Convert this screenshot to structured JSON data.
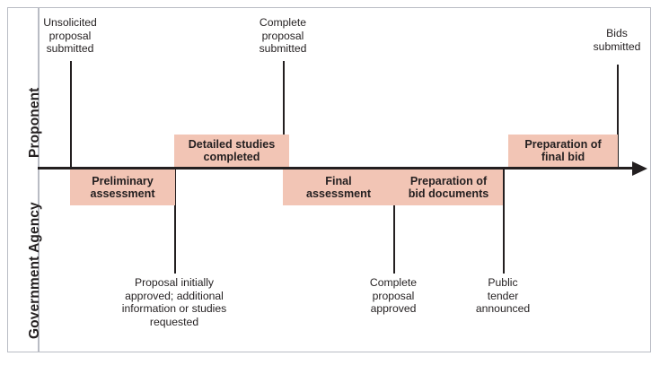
{
  "figure": {
    "type": "swimlane-timeline",
    "background_color": "#ffffff",
    "frame_color": "#b9bcc4",
    "axis_color": "#231f20",
    "box_fill_color": "#f2c5b5",
    "text_color": "#231f20"
  },
  "lanes": [
    {
      "id": "proponent",
      "label": "Proponent"
    },
    {
      "id": "government_agency",
      "label": "Government Agency"
    }
  ],
  "axis": {
    "orientation": "horizontal",
    "direction": "left-to-right",
    "arrowhead": true,
    "label": ""
  },
  "phases": [
    {
      "id": "detailed-studies-completed",
      "lane": "proponent",
      "side": "above",
      "line1": "Detailed studies",
      "line2": "completed"
    },
    {
      "id": "preparation-of-final-bid",
      "lane": "proponent",
      "side": "above",
      "line1": "Preparation of",
      "line2": "final bid"
    },
    {
      "id": "preliminary-assessment",
      "lane": "government_agency",
      "side": "below",
      "line1": "Preliminary",
      "line2": "assessment"
    },
    {
      "id": "final-assessment",
      "lane": "government_agency",
      "side": "below",
      "line1": "Final",
      "line2": "assessment"
    },
    {
      "id": "preparation-of-bid-documents",
      "lane": "government_agency",
      "side": "below",
      "line1": "Preparation of",
      "line2": "bid documents"
    }
  ],
  "events": [
    {
      "id": "unsolicited-proposal-submitted",
      "lane": "proponent",
      "side": "above",
      "caption": "Unsolicited\nproposal\nsubmitted"
    },
    {
      "id": "complete-proposal-submitted",
      "lane": "proponent",
      "side": "above",
      "caption": "Complete\nproposal\nsubmitted"
    },
    {
      "id": "bids-submitted",
      "lane": "proponent",
      "side": "above",
      "caption": "Bids\nsubmitted"
    },
    {
      "id": "proposal-initially-approved",
      "lane": "government_agency",
      "side": "below",
      "caption": "Proposal initially\napproved; additional\ninformation or studies\nrequested"
    },
    {
      "id": "complete-proposal-approved",
      "lane": "government_agency",
      "side": "below",
      "caption": "Complete\nproposal\napproved"
    },
    {
      "id": "public-tender-announced",
      "lane": "government_agency",
      "side": "below",
      "caption": "Public\ntender\nannounced"
    }
  ]
}
